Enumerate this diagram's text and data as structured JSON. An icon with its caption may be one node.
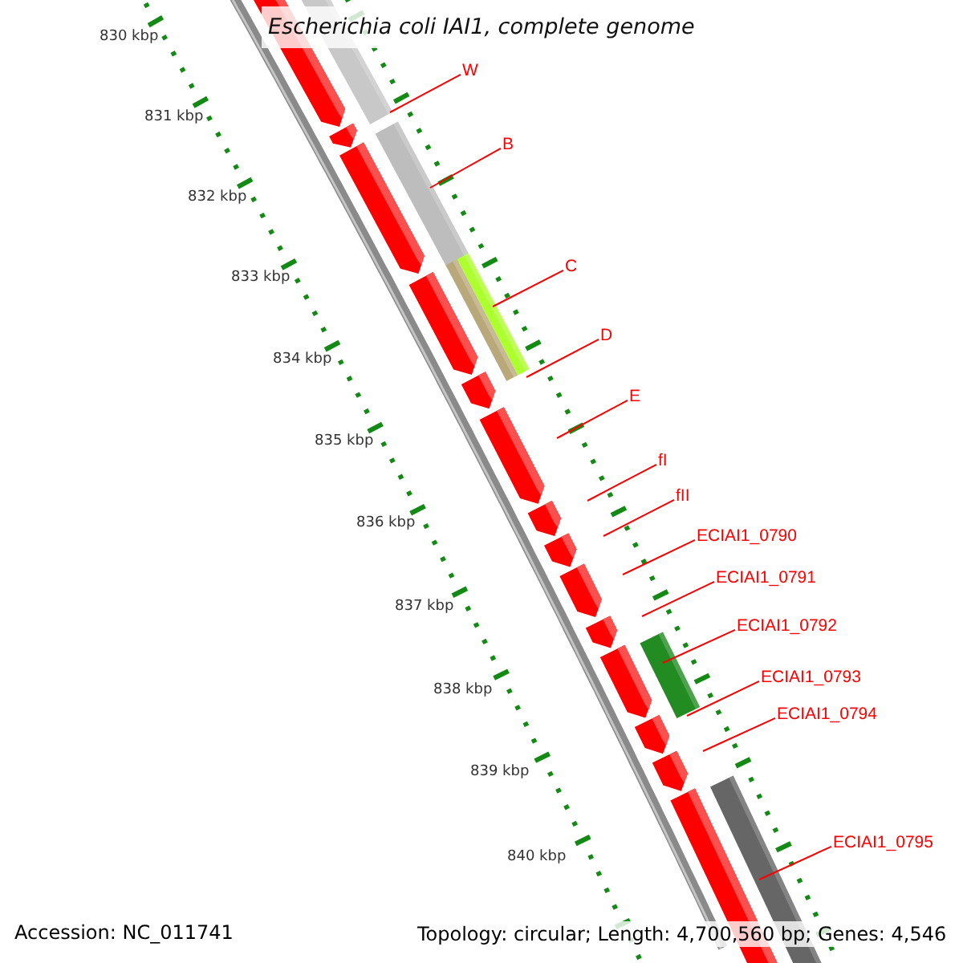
{
  "diagram": {
    "title": "Escherichia coli IAI1, complete genome",
    "nodes": [
      {
        "text": [
          "W"
        ]
      },
      {
        "text": [
          "B"
        ]
      },
      {
        "text": [
          "C"
        ]
      },
      {
        "text": [
          "D"
        ]
      },
      {
        "text": [
          "E"
        ]
      },
      {
        "text": [
          "fI"
        ]
      },
      {
        "text": [
          "fII"
        ]
      },
      {
        "text": [
          "ECIAI1_0790"
        ]
      },
      {
        "text": [
          "ECIAI1_0791"
        ]
      },
      {
        "text": [
          "ECIAI1_0792"
        ]
      },
      {
        "text": [
          "ECIAI1_0793"
        ]
      },
      {
        "text": [
          "ECIAI1_0794"
        ]
      },
      {
        "text": [
          "ECIAI1_0795"
        ]
      }
    ],
    "edges": [
      {
        "from": 0,
        "to": null,
        "arrow": "none"
      },
      {
        "from": 1,
        "to": null,
        "arrow": "none"
      },
      {
        "from": 2,
        "to": null,
        "arrow": "none"
      },
      {
        "from": 3,
        "to": null,
        "arrow": "none"
      },
      {
        "from": 4,
        "to": null,
        "arrow": "none"
      },
      {
        "from": 5,
        "to": null,
        "arrow": "none"
      },
      {
        "from": 6,
        "to": null,
        "arrow": "none"
      },
      {
        "from": 7,
        "to": null,
        "arrow": "none"
      },
      {
        "from": 8,
        "to": null,
        "arrow": "none"
      },
      {
        "from": 9,
        "to": null,
        "arrow": "none"
      },
      {
        "from": 10,
        "to": null,
        "arrow": "none"
      },
      {
        "from": 11,
        "to": null,
        "arrow": "none"
      },
      {
        "from": 12,
        "to": null,
        "arrow": "none"
      }
    ],
    "labels": [
      "830 kbp",
      "831 kbp",
      "832 kbp",
      "833 kbp",
      "834 kbp",
      "835 kbp",
      "836 kbp",
      "837 kbp",
      "838 kbp",
      "839 kbp",
      "840 kbp",
      "Accession: NC_011741",
      "Topology: circular; Length: 4,700,560 bp; Genes: 4,546"
    ]
  }
}
